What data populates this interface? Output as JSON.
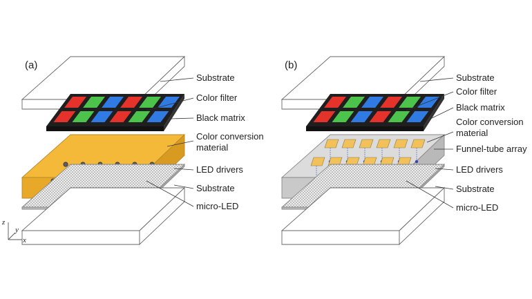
{
  "panels": [
    {
      "label": "(a)",
      "callouts": [
        "Substrate",
        "Color filter",
        "Black matrix",
        "Color conversion",
        "material",
        "LED drivers",
        "Substrate",
        "micro-LED"
      ]
    },
    {
      "label": "(b)",
      "callouts": [
        "Substrate",
        "Color filter",
        "Black matrix",
        "Color conversion",
        "material",
        "Funnel-tube array",
        "LED drivers",
        "Substrate",
        "micro-LED"
      ]
    }
  ],
  "axes": {
    "z": "z",
    "y": "y",
    "x": "x"
  },
  "colors": {
    "red": "#e5322b",
    "green": "#4cc34a",
    "blue": "#2f7be3",
    "black_matrix": "#1f1f1f",
    "conversion": "#f5b93a",
    "funnel_block": "#c9c9c9",
    "funnel_yellow": "#f3c15a"
  },
  "filter_pattern": [
    [
      "red",
      "green",
      "blue",
      "red",
      "green",
      "blue"
    ],
    [
      "red",
      "green",
      "blue",
      "red",
      "green",
      "blue"
    ]
  ]
}
